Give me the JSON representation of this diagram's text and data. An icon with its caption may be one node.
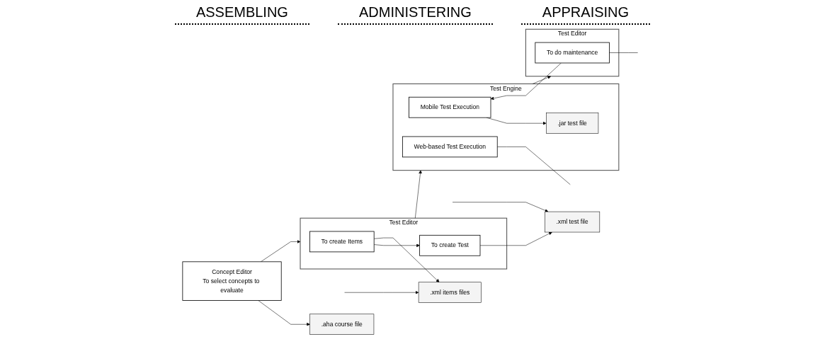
{
  "diagram": {
    "nodes": [
      {
        "text": [
          "Concept Editor",
          "To select concepts to evaluate"
        ]
      },
      {
        "text": [
          "Test Editor"
        ]
      },
      {
        "text": [
          "To create Items"
        ],
        "in": 1
      },
      {
        "text": [
          "To create Test"
        ],
        "in": 1
      },
      {
        "text": [
          "Test Engine"
        ]
      },
      {
        "text": [
          "Mobile Test Execution"
        ],
        "in": 4
      },
      {
        "text": [
          ".jar test file"
        ],
        "in": 4
      },
      {
        "text": [
          "Web-based Test Execution"
        ],
        "in": 4
      },
      {
        "text": [
          "Test Editor"
        ]
      },
      {
        "text": [
          "To do maintenance"
        ],
        "in": 8
      },
      {
        "text": [
          ".aha course file"
        ]
      },
      {
        "text": [
          ".xml items files"
        ]
      },
      {
        "text": [
          ".xml test file"
        ]
      }
    ],
    "edges": [
      {
        "from": 0,
        "to": 1,
        "arrow": "to"
      },
      {
        "from": 2,
        "to": 3,
        "arrow": "to"
      },
      {
        "from": 1,
        "to": 4,
        "arrow": "to"
      },
      {
        "from": 5,
        "to": 6,
        "arrow": "to"
      },
      {
        "from": 4,
        "to": 8,
        "arrow": "to"
      },
      {
        "from": 9,
        "to": 5,
        "arrow": "to"
      },
      {
        "from": 0,
        "to": 10,
        "arrow": "to"
      },
      {
        "from": 2,
        "to": 11,
        "arrow": "to"
      },
      {
        "from": 3,
        "to": 12,
        "arrow": "to"
      },
      {
        "from": null,
        "to": 11,
        "arrow": "to"
      },
      {
        "from": null,
        "to": 12,
        "arrow": "to"
      },
      {
        "from": 7,
        "to": null,
        "arrow": "none"
      },
      {
        "from": 9,
        "to": null,
        "arrow": "none"
      }
    ],
    "labels": [
      "ASSEMBLING",
      "ADMINISTERING",
      "APPRAISING"
    ]
  }
}
